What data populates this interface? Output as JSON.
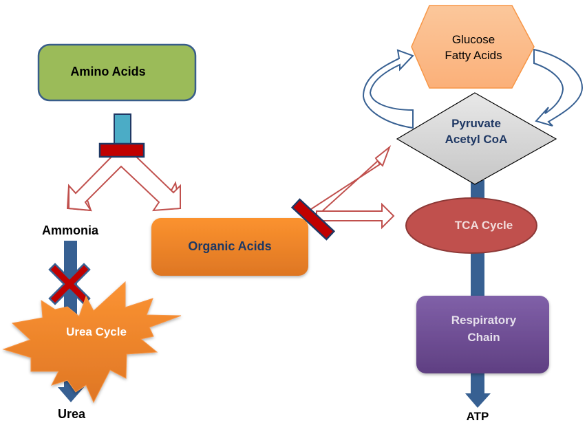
{
  "diagram": {
    "title": "",
    "nodes": {
      "amino_acids": {
        "label": "Amino Acids",
        "shape": "rounded-rectangle",
        "fill": "#9BBB59",
        "stroke": "#385D8A",
        "text_color": "#000000"
      },
      "organic_acids": {
        "label": "Organic Acids",
        "shape": "rounded-rectangle",
        "fill": "#F79646",
        "text_color": "#1F3864"
      },
      "ammonia": {
        "label": "Ammonia",
        "shape": "text",
        "text_color": "#000000"
      },
      "urea_cycle": {
        "label": "Urea Cycle",
        "shape": "starburst",
        "fill": "#F79646",
        "text_color": "#FFFFFF"
      },
      "urea": {
        "label": "Urea",
        "shape": "text",
        "text_color": "#000000"
      },
      "glucose_fatty_acids": {
        "line1": "Glucose",
        "line2": "Fatty Acids",
        "shape": "hexagon",
        "fill": "#FAC090",
        "stroke": "#F79646",
        "text_color": "#000000"
      },
      "pyruvate_acetyl_coa": {
        "line1": "Pyruvate",
        "line2": "Acetyl CoA",
        "shape": "diamond",
        "fill": "#D9D9D9",
        "stroke": "#000000",
        "text_color": "#1F3864"
      },
      "tca_cycle": {
        "label": "TCA Cycle",
        "shape": "ellipse",
        "fill": "#C0504D",
        "stroke": "#8C3836",
        "text_color": "#F2DCDB"
      },
      "respiratory_chain": {
        "line1": "Respiratory",
        "line2": "Chain",
        "shape": "rounded-rectangle",
        "fill": "#8064A2",
        "text_color": "#E6E0EC"
      },
      "atp": {
        "label": "ATP",
        "shape": "text",
        "text_color": "#000000"
      }
    },
    "edges": [
      {
        "from": "amino_acids",
        "to": "ammonia",
        "style": "hollow-arrow",
        "color": "#C0504D"
      },
      {
        "from": "amino_acids",
        "to": "organic_acids",
        "style": "hollow-arrow",
        "color": "#C0504D"
      },
      {
        "from": "amino_acids",
        "to": "inhibition-bar",
        "style": "block",
        "color": "#4BACC6"
      },
      {
        "from": "organic_acids",
        "to": "pyruvate_acetyl_coa",
        "style": "hollow-arrow",
        "color": "#C0504D",
        "inhibited": true
      },
      {
        "from": "organic_acids",
        "to": "tca_cycle",
        "style": "hollow-arrow",
        "color": "#C0504D",
        "inhibited": true
      },
      {
        "from": "ammonia",
        "to": "urea",
        "style": "solid-arrow",
        "color": "#376092",
        "via": "urea_cycle",
        "blocked": true
      },
      {
        "from": "pyruvate_acetyl_coa",
        "to": "glucose_fatty_acids",
        "style": "curved-hollow-arrow",
        "color": "#376092"
      },
      {
        "from": "glucose_fatty_acids",
        "to": "pyruvate_acetyl_coa",
        "style": "curved-hollow-arrow",
        "color": "#376092"
      },
      {
        "from": "pyruvate_acetyl_coa",
        "to": "atp",
        "style": "solid-arrow",
        "color": "#376092",
        "via": [
          "tca_cycle",
          "respiratory_chain"
        ]
      }
    ],
    "markers": {
      "inhibition_color": "#C00000",
      "inhibition_stroke": "#1F3864",
      "block_x_color": "#C00000"
    }
  }
}
